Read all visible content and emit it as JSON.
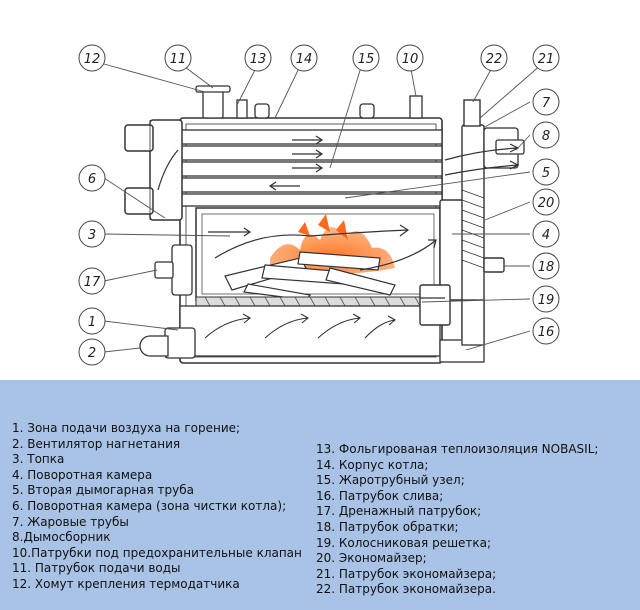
{
  "callouts": [
    {
      "num": "12"
    },
    {
      "num": "11"
    },
    {
      "num": "13"
    },
    {
      "num": "14"
    },
    {
      "num": "15"
    },
    {
      "num": "10"
    },
    {
      "num": "22"
    },
    {
      "num": "21"
    },
    {
      "num": "7"
    },
    {
      "num": "8"
    },
    {
      "num": "6"
    },
    {
      "num": "5"
    },
    {
      "num": "20"
    },
    {
      "num": "3"
    },
    {
      "num": "4"
    },
    {
      "num": "17"
    },
    {
      "num": "18"
    },
    {
      "num": "19"
    },
    {
      "num": "1"
    },
    {
      "num": "16"
    },
    {
      "num": "2"
    }
  ],
  "legend": {
    "left": [
      "1. Зона подачи воздуха на горение;",
      "2. Вентилятор нагнетания",
      "3. Топка",
      "4. Поворотная камера",
      "5. Вторая дымогарная труба",
      "6. Поворотная камера (зона чистки котла);",
      "7. Жаровые трубы",
      "8.Дымосборник",
      "10.Патрубки под предохранительные клапан",
      "11. Патрубок подачи воды",
      "12. Хомут крепления термодатчика"
    ],
    "right": [
      "13. Фольгированая теплоизоляция NOBASIL;",
      "14. Корпус котла;",
      "15. Жаротрубный узел;",
      "16. Патрубок слива;",
      "17. Дренажный патрубок;",
      "18. Патрубок обратки;",
      "19. Колосниковая решетка;",
      "20. Экономайзер;",
      "21. Патрубок экономайзера;",
      "22. Патрубок экономайзера."
    ]
  }
}
